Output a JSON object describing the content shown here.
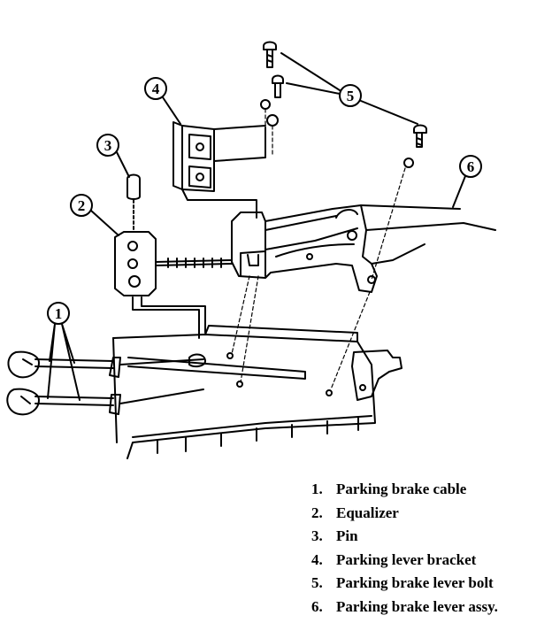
{
  "callouts": [
    "1",
    "2",
    "3",
    "4",
    "5",
    "6"
  ],
  "legend": [
    {
      "num": "1.",
      "label": "Parking brake cable"
    },
    {
      "num": "2.",
      "label": "Equalizer"
    },
    {
      "num": "3.",
      "label": "Pin"
    },
    {
      "num": "4.",
      "label": "Parking lever bracket"
    },
    {
      "num": "5.",
      "label": "Parking brake lever bolt"
    },
    {
      "num": "6.",
      "label": "Parking brake lever assy."
    }
  ],
  "colors": {
    "line": "#000000",
    "background": "#ffffff"
  }
}
